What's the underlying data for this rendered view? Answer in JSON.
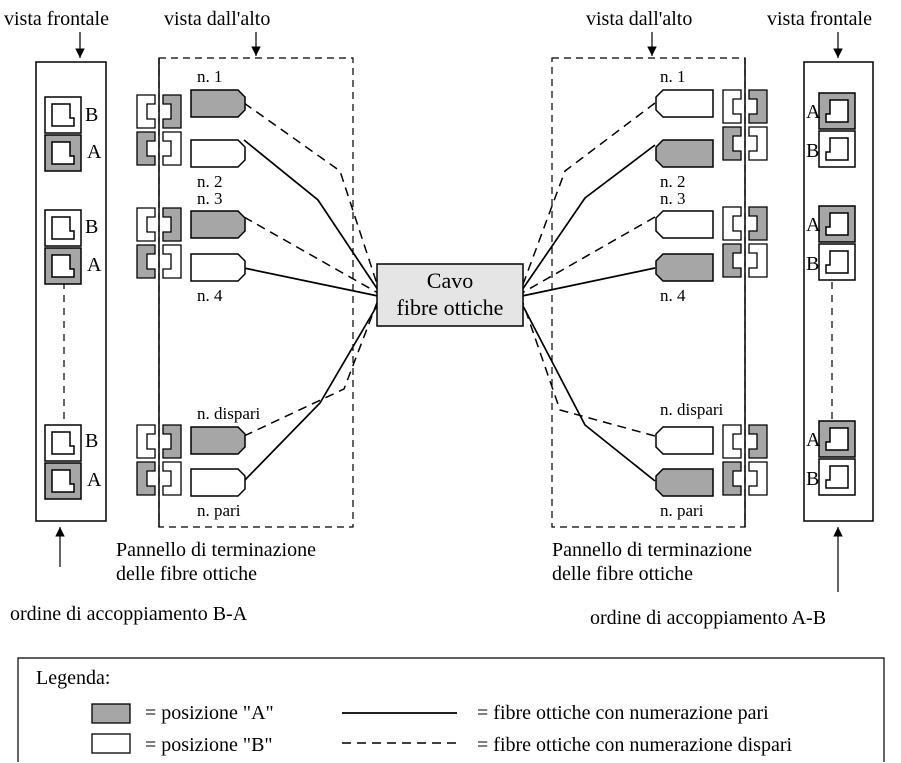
{
  "colors": {
    "position_a_fill": "#a6a6a6",
    "position_b_fill": "#ffffff",
    "cable_box_fill": "#e5e5e5",
    "line": "#000000"
  },
  "left": {
    "front_view_label": "vista frontale",
    "top_view_label": "vista dall'alto",
    "ports": [
      "B",
      "A",
      "B",
      "A",
      "B",
      "A"
    ],
    "connectors": [
      "n. 1",
      "n. 2",
      "n. 3",
      "n. 4",
      "n. dispari",
      "n. pari"
    ],
    "panel_caption": [
      "Pannello di terminazione",
      "delle fibre ottiche"
    ],
    "order_label": "ordine di accoppiamento B-A"
  },
  "right": {
    "front_view_label": "vista frontale",
    "top_view_label": "vista dall'alto",
    "ports": [
      "A",
      "B",
      "A",
      "B",
      "A",
      "B"
    ],
    "connectors": [
      "n. 1",
      "n. 2",
      "n. 3",
      "n. 4",
      "n. dispari",
      "n. pari"
    ],
    "panel_caption": [
      "Pannello di terminazione",
      "delle fibre ottiche"
    ],
    "order_label": "ordine di accoppiamento A-B"
  },
  "cable": {
    "line1": "Cavo",
    "line2": "fibre ottiche"
  },
  "legend": {
    "title": "Legenda:",
    "position_a": "=  posizione \"A\"",
    "position_b": "=  posizione \"B\"",
    "even_fibers": "=  fibre ottiche con numerazione pari",
    "odd_fibers": "=  fibre ottiche con numerazione dispari"
  }
}
